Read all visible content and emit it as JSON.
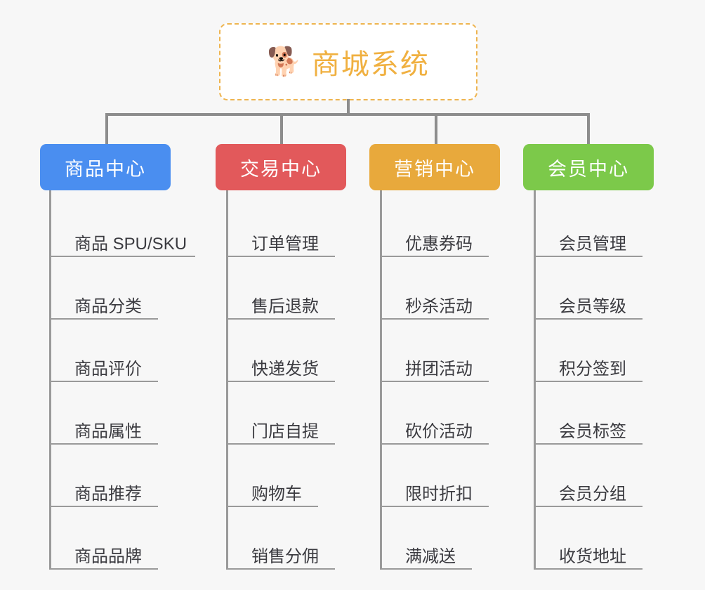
{
  "root": {
    "icon": "shiba-dog-emoji",
    "emoji": "🐕",
    "title": "商城系统",
    "title_color": "#f0b040",
    "border_color": "#eeb44f"
  },
  "colors": {
    "background": "#f7f7f7",
    "connector": "#8d8d8d",
    "leaf_line": "#9a9a9a",
    "leaf_text": "#3b3b40"
  },
  "columns": [
    {
      "id": "product-center",
      "label": "商品中心",
      "color": "#4a8ef0",
      "items": [
        {
          "label": "商品 SPU/SKU",
          "underline_width": 205
        },
        {
          "label": "商品分类",
          "underline_width": 152
        },
        {
          "label": "商品评价",
          "underline_width": 152
        },
        {
          "label": "商品属性",
          "underline_width": 152
        },
        {
          "label": "商品推荐",
          "underline_width": 152
        },
        {
          "label": "商品品牌",
          "underline_width": 152
        }
      ]
    },
    {
      "id": "trade-center",
      "label": "交易中心",
      "color": "#e2595b",
      "items": [
        {
          "label": "订单管理",
          "underline_width": 152
        },
        {
          "label": "售后退款",
          "underline_width": 152
        },
        {
          "label": "快递发货",
          "underline_width": 152
        },
        {
          "label": "门店自提",
          "underline_width": 152
        },
        {
          "label": "购物车",
          "underline_width": 128
        },
        {
          "label": "销售分佣",
          "underline_width": 152
        }
      ]
    },
    {
      "id": "marketing-center",
      "label": "营销中心",
      "color": "#e8a93c",
      "items": [
        {
          "label": "优惠券码",
          "underline_width": 152
        },
        {
          "label": "秒杀活动",
          "underline_width": 152
        },
        {
          "label": "拼团活动",
          "underline_width": 152
        },
        {
          "label": "砍价活动",
          "underline_width": 152
        },
        {
          "label": "限时折扣",
          "underline_width": 152
        },
        {
          "label": "满减送",
          "underline_width": 128
        }
      ]
    },
    {
      "id": "member-center",
      "label": "会员中心",
      "color": "#7cc94a",
      "items": [
        {
          "label": "会员管理",
          "underline_width": 152
        },
        {
          "label": "会员等级",
          "underline_width": 152
        },
        {
          "label": "积分签到",
          "underline_width": 152
        },
        {
          "label": "会员标签",
          "underline_width": 152
        },
        {
          "label": "会员分组",
          "underline_width": 152
        },
        {
          "label": "收货地址",
          "underline_width": 152
        }
      ]
    }
  ]
}
